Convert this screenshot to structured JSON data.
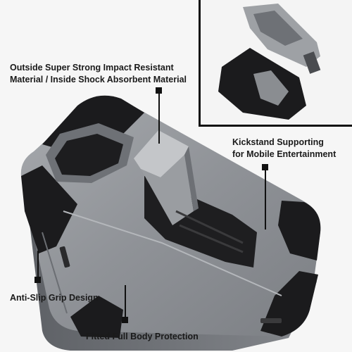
{
  "callouts": {
    "material_line1": "Outside Super Strong Impact Resistant",
    "material_line2": "Material / Inside Shock Absorbent Material",
    "kickstand_line1": "Kickstand Supporting",
    "kickstand_line2": "for Mobile Entertainment",
    "grip": "Anti-Slip Grip Design",
    "protection": "Fitted Full Body Protection"
  },
  "colors": {
    "shell_gray": "#8e9196",
    "shell_highlight": "#b4b7bb",
    "bumper_black": "#1b1b1d",
    "background": "#f6f6f6"
  }
}
